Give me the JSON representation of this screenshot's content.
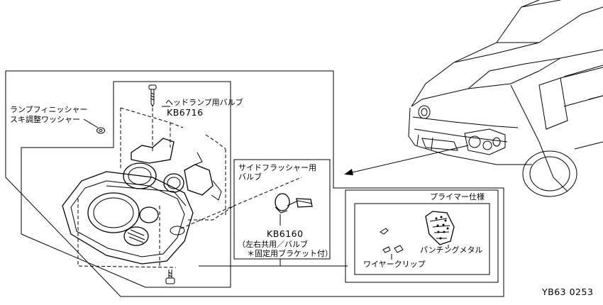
{
  "labels": {
    "lamp_washer_line1": "ランプフィニッシャー",
    "lamp_washer_line2": "スキ調整ワッシャー",
    "headlamp_bulb_line1": "ヘッドランプ用バルブ",
    "headlamp_bulb_code": "KB6716",
    "side_flasher_line1": "サイドフラッシャー用",
    "side_flasher_line2": "バルブ",
    "side_bulb_code": "KB6160",
    "side_bulb_note1": "（左右共用／バルブ",
    "side_bulb_note2": "＊固定用ブラケット付）",
    "primer_spec": "プライマー仕様",
    "punching_metal": "パンチングメタル",
    "wire_clip": "ワイヤークリップ",
    "diagram_id": "YB63 0253"
  }
}
